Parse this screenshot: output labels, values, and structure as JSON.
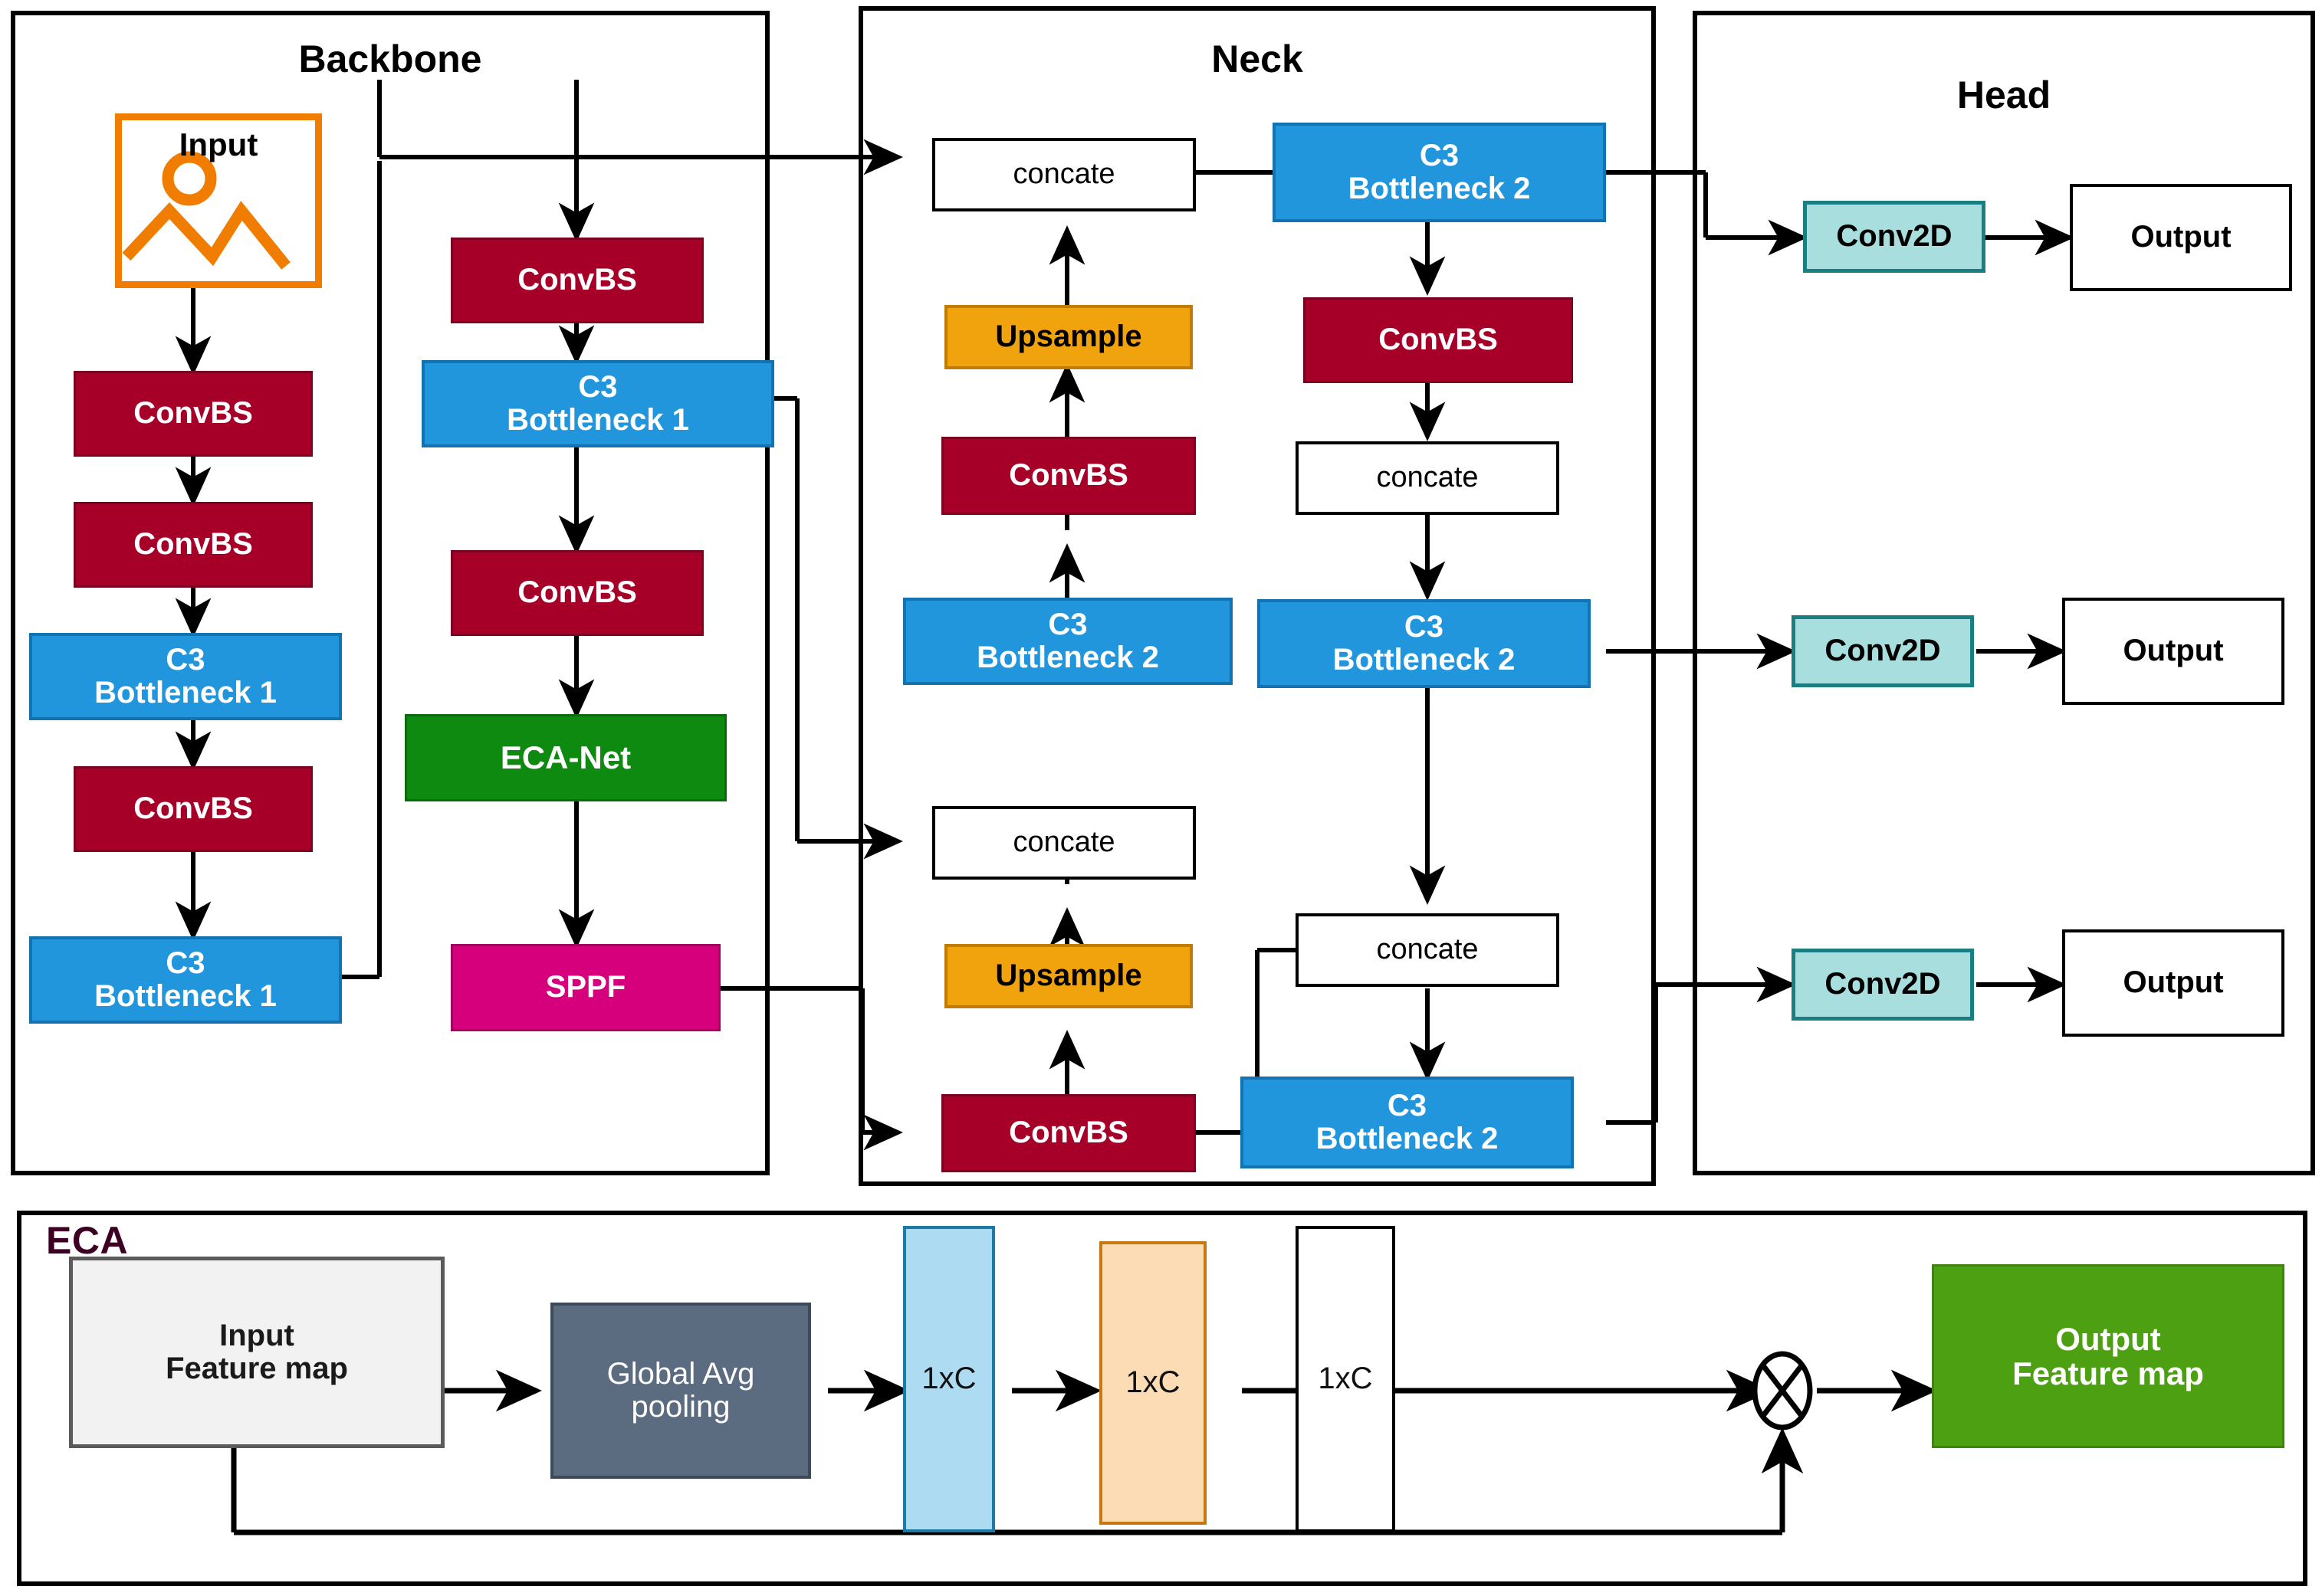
{
  "diagram": {
    "title_backbone": "Backbone",
    "title_neck": "Neck",
    "title_head": "Head",
    "title_eca": "ECA"
  },
  "labels": {
    "input": "Input",
    "convbs": "ConvBS",
    "c3_bottleneck_1_line1": "C3",
    "c3_bottleneck_1_line2": "Bottleneck 1",
    "c3_bottleneck_2_line1": "C3",
    "c3_bottleneck_2_line2": "Bottleneck 2",
    "eca_net": "ECA-Net",
    "sppf": "SPPF",
    "concate": "concate",
    "upsample": "Upsample",
    "conv2d": "Conv2D",
    "output": "Output",
    "input_feature_map_line1": "Input",
    "input_feature_map_line2": "Feature map",
    "global_avg_pooling_line1": "Global Avg",
    "global_avg_pooling_line2": "pooling",
    "one_x_c": "1xC",
    "output_feature_map_line1": "Output",
    "output_feature_map_line2": "Feature map",
    "multiply_symbol": "⊗"
  },
  "colors": {
    "convbs": "#A60029",
    "c3": "#2196DD",
    "sppf": "#D6007D",
    "eca_net": "#0E8A10",
    "upsample": "#F0A30C",
    "conv2d": "#A9DEDE",
    "input_icon": "#F07D00",
    "eca_title": "#3D0022",
    "global_avg_pooling": "#5B6B80",
    "feature_map_in": "#F2F2F2",
    "feature_map_out": "#4CA012",
    "col_blue": "#ADDCF2",
    "col_orange": "#FBDCB4",
    "wire": "#000000"
  },
  "backbone": {
    "left_column": [
      "ConvBS",
      "ConvBS",
      "C3 Bottleneck 1",
      "ConvBS",
      "C3 Bottleneck 1"
    ],
    "right_column": [
      "ConvBS",
      "C3 Bottleneck 1",
      "ConvBS",
      "ECA-Net",
      "SPPF"
    ]
  },
  "neck": {
    "left_column": [
      "concate",
      "Upsample",
      "ConvBS",
      "C3 Bottleneck 2",
      "concate",
      "Upsample",
      "ConvBS"
    ],
    "right_column": [
      "C3 Bottleneck 2",
      "ConvBS",
      "concate",
      "C3 Bottleneck 2",
      "concate",
      "C3 Bottleneck 2"
    ]
  },
  "head": {
    "branches": [
      {
        "conv": "Conv2D",
        "output": "Output"
      },
      {
        "conv": "Conv2D",
        "output": "Output"
      },
      {
        "conv": "Conv2D",
        "output": "Output"
      }
    ]
  },
  "eca_module": {
    "stages": [
      "Input Feature map",
      "Global Avg pooling",
      "1xC",
      "1xC",
      "1xC",
      "⊗",
      "Output Feature map"
    ]
  }
}
